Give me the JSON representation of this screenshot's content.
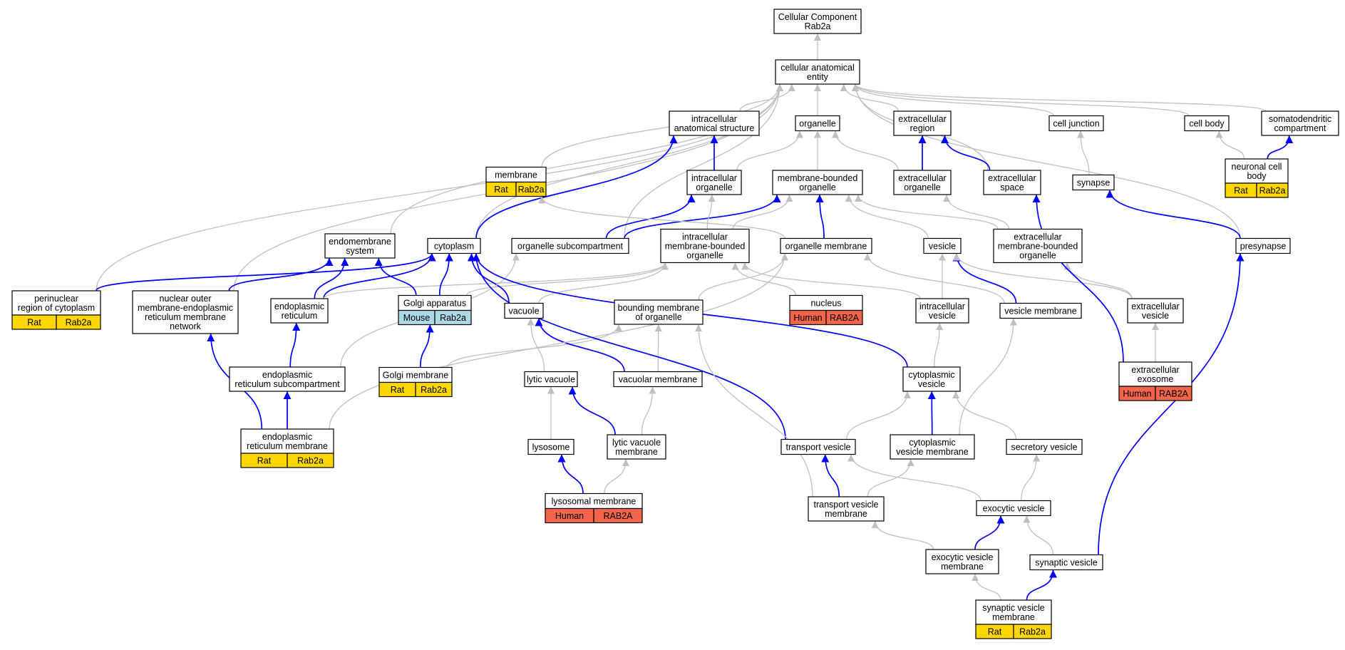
{
  "colors": {
    "edge_is_a": "#c0c0c0",
    "edge_part_of": "#0000ff",
    "rat": "#ffd700",
    "mouse": "#add8e6",
    "human": "#f4644a"
  },
  "nodes": {
    "root": {
      "lines": [
        "Cellular Component",
        "Rab2a"
      ]
    },
    "cae": {
      "lines": [
        "cellular anatomical",
        "entity"
      ]
    },
    "ias": {
      "lines": [
        "intracellular",
        "anatomical structure"
      ]
    },
    "organelle": {
      "lines": [
        "organelle"
      ]
    },
    "exreg": {
      "lines": [
        "extracellular",
        "region"
      ]
    },
    "celljunc": {
      "lines": [
        "cell junction"
      ]
    },
    "cellbody": {
      "lines": [
        "cell body"
      ]
    },
    "somato": {
      "lines": [
        "somatodendritic",
        "compartment"
      ]
    },
    "membrane": {
      "lines": [
        "membrane"
      ],
      "tags": [
        {
          "label": "Rat",
          "color": "rat"
        },
        {
          "label": "Rab2a",
          "color": "rat"
        }
      ]
    },
    "intorg": {
      "lines": [
        "intracellular",
        "organelle"
      ]
    },
    "mbo": {
      "lines": [
        "membrane-bounded",
        "organelle"
      ]
    },
    "exorg": {
      "lines": [
        "extracellular",
        "organelle"
      ]
    },
    "exspace": {
      "lines": [
        "extracellular",
        "space"
      ]
    },
    "synapse": {
      "lines": [
        "synapse"
      ]
    },
    "ncb": {
      "lines": [
        "neuronal cell",
        "body"
      ],
      "tags": [
        {
          "label": "Rat",
          "color": "rat"
        },
        {
          "label": "Rab2a",
          "color": "rat"
        }
      ]
    },
    "endosys": {
      "lines": [
        "endomembrane",
        "system"
      ]
    },
    "cytoplasm": {
      "lines": [
        "cytoplasm"
      ]
    },
    "orgsub": {
      "lines": [
        "organelle subcompartment"
      ]
    },
    "imbo": {
      "lines": [
        "intracellular",
        "membrane-bounded",
        "organelle"
      ]
    },
    "orgmem": {
      "lines": [
        "organelle membrane"
      ]
    },
    "vesicle": {
      "lines": [
        "vesicle"
      ]
    },
    "exmbo": {
      "lines": [
        "extracellular",
        "membrane-bounded",
        "organelle"
      ]
    },
    "presynapse": {
      "lines": [
        "presynapse"
      ]
    },
    "perinuc": {
      "lines": [
        "perinuclear",
        "region of cytoplasm"
      ],
      "tags": [
        {
          "label": "Rat",
          "color": "rat"
        },
        {
          "label": "Rab2a",
          "color": "rat"
        }
      ]
    },
    "nuclouter": {
      "lines": [
        "nuclear outer",
        "membrane-endoplasmic",
        "reticulum membrane",
        "network"
      ]
    },
    "er": {
      "lines": [
        "endoplasmic",
        "reticulum"
      ]
    },
    "golgi": {
      "lines": [
        "Golgi apparatus"
      ],
      "tags": [
        {
          "label": "Mouse",
          "color": "mouse"
        },
        {
          "label": "Rab2a",
          "color": "mouse"
        }
      ]
    },
    "vacuole": {
      "lines": [
        "vacuole"
      ]
    },
    "bmo": {
      "lines": [
        "bounding membrane",
        "of organelle"
      ]
    },
    "nucleus": {
      "lines": [
        "nucleus"
      ],
      "tags": [
        {
          "label": "Human",
          "color": "human"
        },
        {
          "label": "RAB2A",
          "color": "human"
        }
      ]
    },
    "intves": {
      "lines": [
        "intracellular",
        "vesicle"
      ]
    },
    "vesmem": {
      "lines": [
        "vesicle membrane"
      ]
    },
    "exves": {
      "lines": [
        "extracellular",
        "vesicle"
      ]
    },
    "ersub": {
      "lines": [
        "endoplasmic",
        "reticulum subcompartment"
      ]
    },
    "golgimem": {
      "lines": [
        "Golgi membrane"
      ],
      "tags": [
        {
          "label": "Rat",
          "color": "rat"
        },
        {
          "label": "Rab2a",
          "color": "rat"
        }
      ]
    },
    "lytvac": {
      "lines": [
        "lytic vacuole"
      ]
    },
    "vacmem": {
      "lines": [
        "vacuolar membrane"
      ]
    },
    "cytves": {
      "lines": [
        "cytoplasmic",
        "vesicle"
      ]
    },
    "exosome": {
      "lines": [
        "extracellular",
        "exosome"
      ],
      "tags": [
        {
          "label": "Human",
          "color": "human"
        },
        {
          "label": "RAB2A",
          "color": "human"
        }
      ]
    },
    "ermem": {
      "lines": [
        "endoplasmic",
        "reticulum membrane"
      ],
      "tags": [
        {
          "label": "Rat",
          "color": "rat"
        },
        {
          "label": "Rab2a",
          "color": "rat"
        }
      ]
    },
    "lysosome": {
      "lines": [
        "lysosome"
      ]
    },
    "lvm": {
      "lines": [
        "lytic vacuole",
        "membrane"
      ]
    },
    "transves": {
      "lines": [
        "transport vesicle"
      ]
    },
    "cvm": {
      "lines": [
        "cytoplasmic",
        "vesicle membrane"
      ]
    },
    "secves": {
      "lines": [
        "secretory vesicle"
      ]
    },
    "lysmem": {
      "lines": [
        "lysosomal membrane"
      ],
      "tags": [
        {
          "label": "Human",
          "color": "human"
        },
        {
          "label": "RAB2A",
          "color": "human"
        }
      ]
    },
    "tvm": {
      "lines": [
        "transport vesicle",
        "membrane"
      ]
    },
    "exoves": {
      "lines": [
        "exocytic vesicle"
      ]
    },
    "evm": {
      "lines": [
        "exocytic vesicle",
        "membrane"
      ]
    },
    "synves": {
      "lines": [
        "synaptic vesicle"
      ]
    },
    "svm": {
      "lines": [
        "synaptic vesicle",
        "membrane"
      ],
      "tags": [
        {
          "label": "Rat",
          "color": "rat"
        },
        {
          "label": "Rab2a",
          "color": "rat"
        }
      ]
    }
  },
  "edges": [
    {
      "from": "cae",
      "to": "root",
      "rel": "is_a"
    },
    {
      "from": "ias",
      "to": "cae",
      "rel": "is_a"
    },
    {
      "from": "organelle",
      "to": "cae",
      "rel": "is_a"
    },
    {
      "from": "exreg",
      "to": "cae",
      "rel": "is_a"
    },
    {
      "from": "celljunc",
      "to": "cae",
      "rel": "is_a"
    },
    {
      "from": "cellbody",
      "to": "cae",
      "rel": "is_a"
    },
    {
      "from": "somato",
      "to": "cae",
      "rel": "is_a"
    },
    {
      "from": "membrane",
      "to": "cae",
      "rel": "is_a"
    },
    {
      "from": "exspace",
      "to": "cae",
      "rel": "is_a"
    },
    {
      "from": "presynapse",
      "to": "cae",
      "rel": "is_a"
    },
    {
      "from": "perinuc",
      "to": "cae",
      "rel": "is_a"
    },
    {
      "from": "nuclouter",
      "to": "cae",
      "rel": "is_a"
    },
    {
      "from": "endosys",
      "to": "cae",
      "rel": "is_a"
    },
    {
      "from": "cytoplasm",
      "to": "cae",
      "rel": "is_a"
    },
    {
      "from": "orgsub",
      "to": "cae",
      "rel": "is_a"
    },
    {
      "from": "intorg",
      "to": "ias",
      "rel": "part_of"
    },
    {
      "from": "intorg",
      "to": "organelle",
      "rel": "is_a"
    },
    {
      "from": "mbo",
      "to": "organelle",
      "rel": "is_a"
    },
    {
      "from": "exorg",
      "to": "organelle",
      "rel": "is_a"
    },
    {
      "from": "exorg",
      "to": "exreg",
      "rel": "part_of"
    },
    {
      "from": "exspace",
      "to": "exreg",
      "rel": "part_of"
    },
    {
      "from": "synapse",
      "to": "celljunc",
      "rel": "is_a"
    },
    {
      "from": "ncb",
      "to": "cellbody",
      "rel": "is_a"
    },
    {
      "from": "ncb",
      "to": "somato",
      "rel": "part_of"
    },
    {
      "from": "cytoplasm",
      "to": "ias",
      "rel": "part_of"
    },
    {
      "from": "orgsub",
      "to": "intorg",
      "rel": "part_of"
    },
    {
      "from": "orgsub",
      "to": "mbo",
      "rel": "part_of"
    },
    {
      "from": "imbo",
      "to": "intorg",
      "rel": "is_a"
    },
    {
      "from": "imbo",
      "to": "mbo",
      "rel": "is_a"
    },
    {
      "from": "orgmem",
      "to": "mbo",
      "rel": "part_of"
    },
    {
      "from": "orgmem",
      "to": "membrane",
      "rel": "is_a"
    },
    {
      "from": "vesicle",
      "to": "mbo",
      "rel": "is_a"
    },
    {
      "from": "exmbo",
      "to": "mbo",
      "rel": "is_a"
    },
    {
      "from": "exmbo",
      "to": "exorg",
      "rel": "is_a"
    },
    {
      "from": "presynapse",
      "to": "synapse",
      "rel": "part_of"
    },
    {
      "from": "perinuc",
      "to": "cytoplasm",
      "rel": "part_of"
    },
    {
      "from": "nuclouter",
      "to": "endosys",
      "rel": "part_of"
    },
    {
      "from": "er",
      "to": "endosys",
      "rel": "part_of"
    },
    {
      "from": "er",
      "to": "cytoplasm",
      "rel": "part_of"
    },
    {
      "from": "er",
      "to": "imbo",
      "rel": "is_a"
    },
    {
      "from": "golgi",
      "to": "endosys",
      "rel": "part_of"
    },
    {
      "from": "golgi",
      "to": "cytoplasm",
      "rel": "part_of"
    },
    {
      "from": "golgi",
      "to": "imbo",
      "rel": "is_a"
    },
    {
      "from": "vacuole",
      "to": "cytoplasm",
      "rel": "part_of"
    },
    {
      "from": "vacuole",
      "to": "imbo",
      "rel": "is_a"
    },
    {
      "from": "bmo",
      "to": "orgmem",
      "rel": "is_a"
    },
    {
      "from": "nucleus",
      "to": "imbo",
      "rel": "is_a"
    },
    {
      "from": "intves",
      "to": "vesicle",
      "rel": "is_a"
    },
    {
      "from": "intves",
      "to": "imbo",
      "rel": "is_a"
    },
    {
      "from": "vesmem",
      "to": "vesicle",
      "rel": "part_of"
    },
    {
      "from": "vesmem",
      "to": "orgmem",
      "rel": "is_a"
    },
    {
      "from": "exves",
      "to": "exmbo",
      "rel": "is_a"
    },
    {
      "from": "exves",
      "to": "vesicle",
      "rel": "is_a"
    },
    {
      "from": "ersub",
      "to": "er",
      "rel": "part_of"
    },
    {
      "from": "ersub",
      "to": "orgsub",
      "rel": "is_a"
    },
    {
      "from": "golgimem",
      "to": "golgi",
      "rel": "part_of"
    },
    {
      "from": "golgimem",
      "to": "bmo",
      "rel": "is_a"
    },
    {
      "from": "lytvac",
      "to": "vacuole",
      "rel": "is_a"
    },
    {
      "from": "vacmem",
      "to": "vacuole",
      "rel": "part_of"
    },
    {
      "from": "vacmem",
      "to": "bmo",
      "rel": "is_a"
    },
    {
      "from": "cytves",
      "to": "cytoplasm",
      "rel": "part_of"
    },
    {
      "from": "cytves",
      "to": "intves",
      "rel": "is_a"
    },
    {
      "from": "exosome",
      "to": "exves",
      "rel": "is_a"
    },
    {
      "from": "exosome",
      "to": "exspace",
      "rel": "part_of"
    },
    {
      "from": "ermem",
      "to": "ersub",
      "rel": "part_of"
    },
    {
      "from": "ermem",
      "to": "nuclouter",
      "rel": "part_of"
    },
    {
      "from": "ermem",
      "to": "orgmem",
      "rel": "is_a"
    },
    {
      "from": "lysosome",
      "to": "lytvac",
      "rel": "is_a"
    },
    {
      "from": "lvm",
      "to": "lytvac",
      "rel": "part_of"
    },
    {
      "from": "lvm",
      "to": "vacmem",
      "rel": "is_a"
    },
    {
      "from": "transves",
      "to": "cytves",
      "rel": "is_a"
    },
    {
      "from": "transves",
      "to": "cytoplasm",
      "rel": "part_of"
    },
    {
      "from": "cvm",
      "to": "cytves",
      "rel": "part_of"
    },
    {
      "from": "cvm",
      "to": "vesmem",
      "rel": "is_a"
    },
    {
      "from": "secves",
      "to": "cytves",
      "rel": "is_a"
    },
    {
      "from": "lysmem",
      "to": "lysosome",
      "rel": "part_of"
    },
    {
      "from": "lysmem",
      "to": "lvm",
      "rel": "is_a"
    },
    {
      "from": "tvm",
      "to": "transves",
      "rel": "part_of"
    },
    {
      "from": "tvm",
      "to": "cvm",
      "rel": "is_a"
    },
    {
      "from": "tvm",
      "to": "bmo",
      "rel": "is_a"
    },
    {
      "from": "exoves",
      "to": "transves",
      "rel": "is_a"
    },
    {
      "from": "exoves",
      "to": "secves",
      "rel": "is_a"
    },
    {
      "from": "evm",
      "to": "exoves",
      "rel": "part_of"
    },
    {
      "from": "evm",
      "to": "tvm",
      "rel": "is_a"
    },
    {
      "from": "synves",
      "to": "exoves",
      "rel": "is_a"
    },
    {
      "from": "synves",
      "to": "presynapse",
      "rel": "part_of"
    },
    {
      "from": "svm",
      "to": "synves",
      "rel": "part_of"
    },
    {
      "from": "svm",
      "to": "evm",
      "rel": "is_a"
    }
  ]
}
